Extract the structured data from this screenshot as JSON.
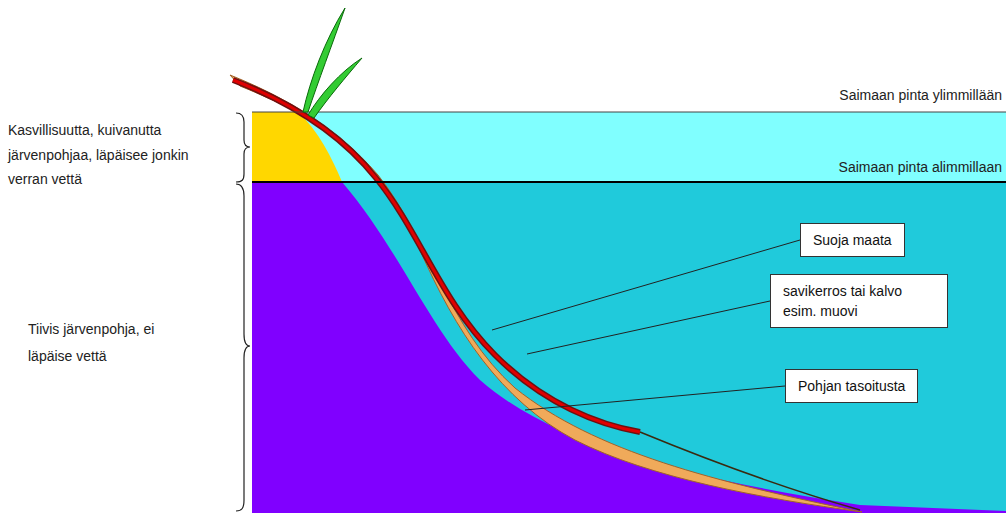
{
  "diagram": {
    "nodes": [
      {
        "text": [
          "Suoja maata"
        ]
      },
      {
        "text": [
          "savikerros tai kalvo esim. muovi"
        ]
      },
      {
        "text": [
          "Pohjan tasoitusta"
        ]
      }
    ],
    "labels": [
      "Saimaan pinta ylimmillään",
      "Kasvillisuutta, kuivanutta järvenpohjaa, läpäisee jonkin verran vettä",
      "Saimaan pinta alimmillaan",
      "Tiivis järvenpohja, ei läpäise vettä"
    ]
  }
}
